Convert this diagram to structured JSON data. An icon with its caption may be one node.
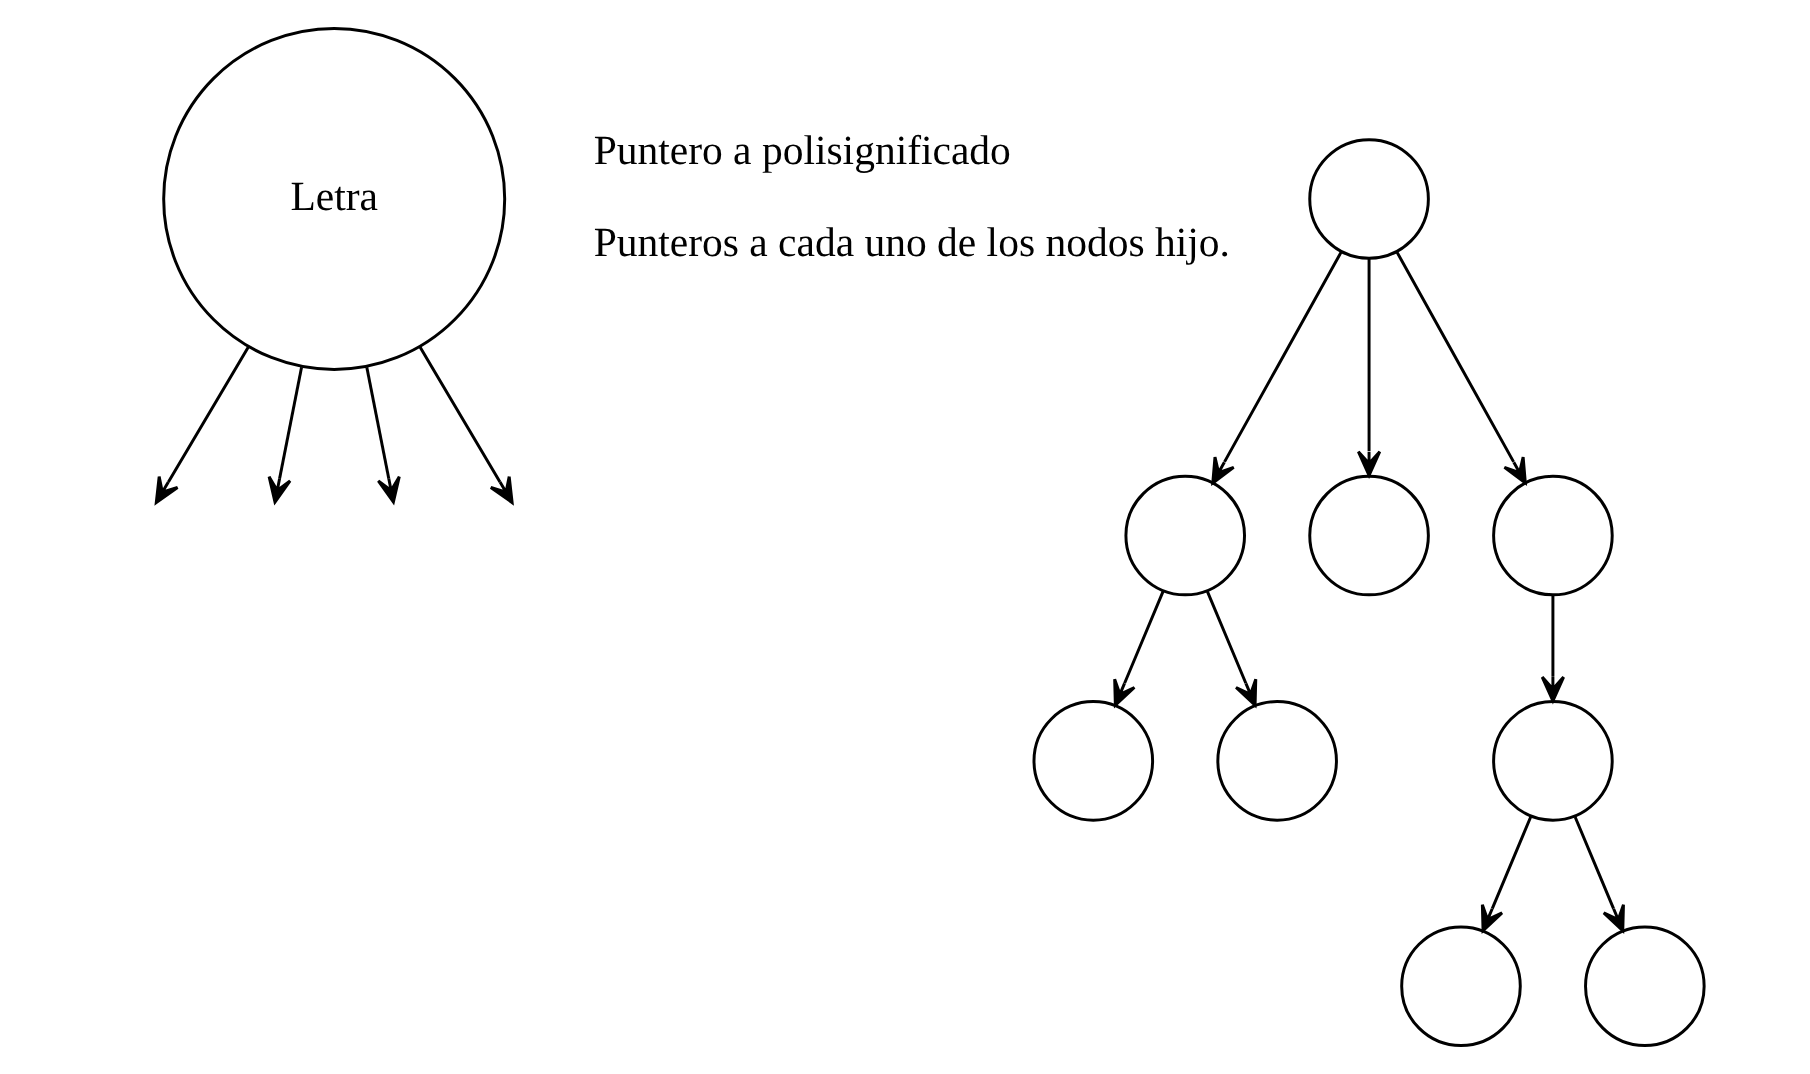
{
  "diagram": {
    "nodes": [
      {
        "text": [
          "Letra"
        ],
        "beside": [
          "Puntero a polisignificado",
          "Punteros a cada uno de los nodos hijo."
        ]
      },
      {
        "text": [],
        "shape": "circle"
      },
      {
        "text": [],
        "shape": "circle"
      },
      {
        "text": [],
        "shape": "circle"
      },
      {
        "text": [],
        "shape": "circle"
      },
      {
        "text": [],
        "shape": "circle"
      },
      {
        "text": [],
        "shape": "circle"
      },
      {
        "text": [],
        "shape": "circle"
      },
      {
        "text": [],
        "shape": "circle"
      },
      {
        "text": [],
        "shape": "circle"
      }
    ],
    "edges": [
      {
        "from": 0,
        "to": null,
        "arrow": "to"
      },
      {
        "from": 0,
        "to": null,
        "arrow": "to"
      },
      {
        "from": 0,
        "to": null,
        "arrow": "to"
      },
      {
        "from": 0,
        "to": null,
        "arrow": "to"
      },
      {
        "from": 1,
        "to": 2,
        "arrow": "to"
      },
      {
        "from": 1,
        "to": 3,
        "arrow": "to"
      },
      {
        "from": 1,
        "to": 4,
        "arrow": "to"
      },
      {
        "from": 2,
        "to": 5,
        "arrow": "to"
      },
      {
        "from": 2,
        "to": 6,
        "arrow": "to"
      },
      {
        "from": 4,
        "to": 7,
        "arrow": "to"
      },
      {
        "from": 7,
        "to": 8,
        "arrow": "to"
      },
      {
        "from": 7,
        "to": 9,
        "arrow": "to"
      }
    ]
  }
}
